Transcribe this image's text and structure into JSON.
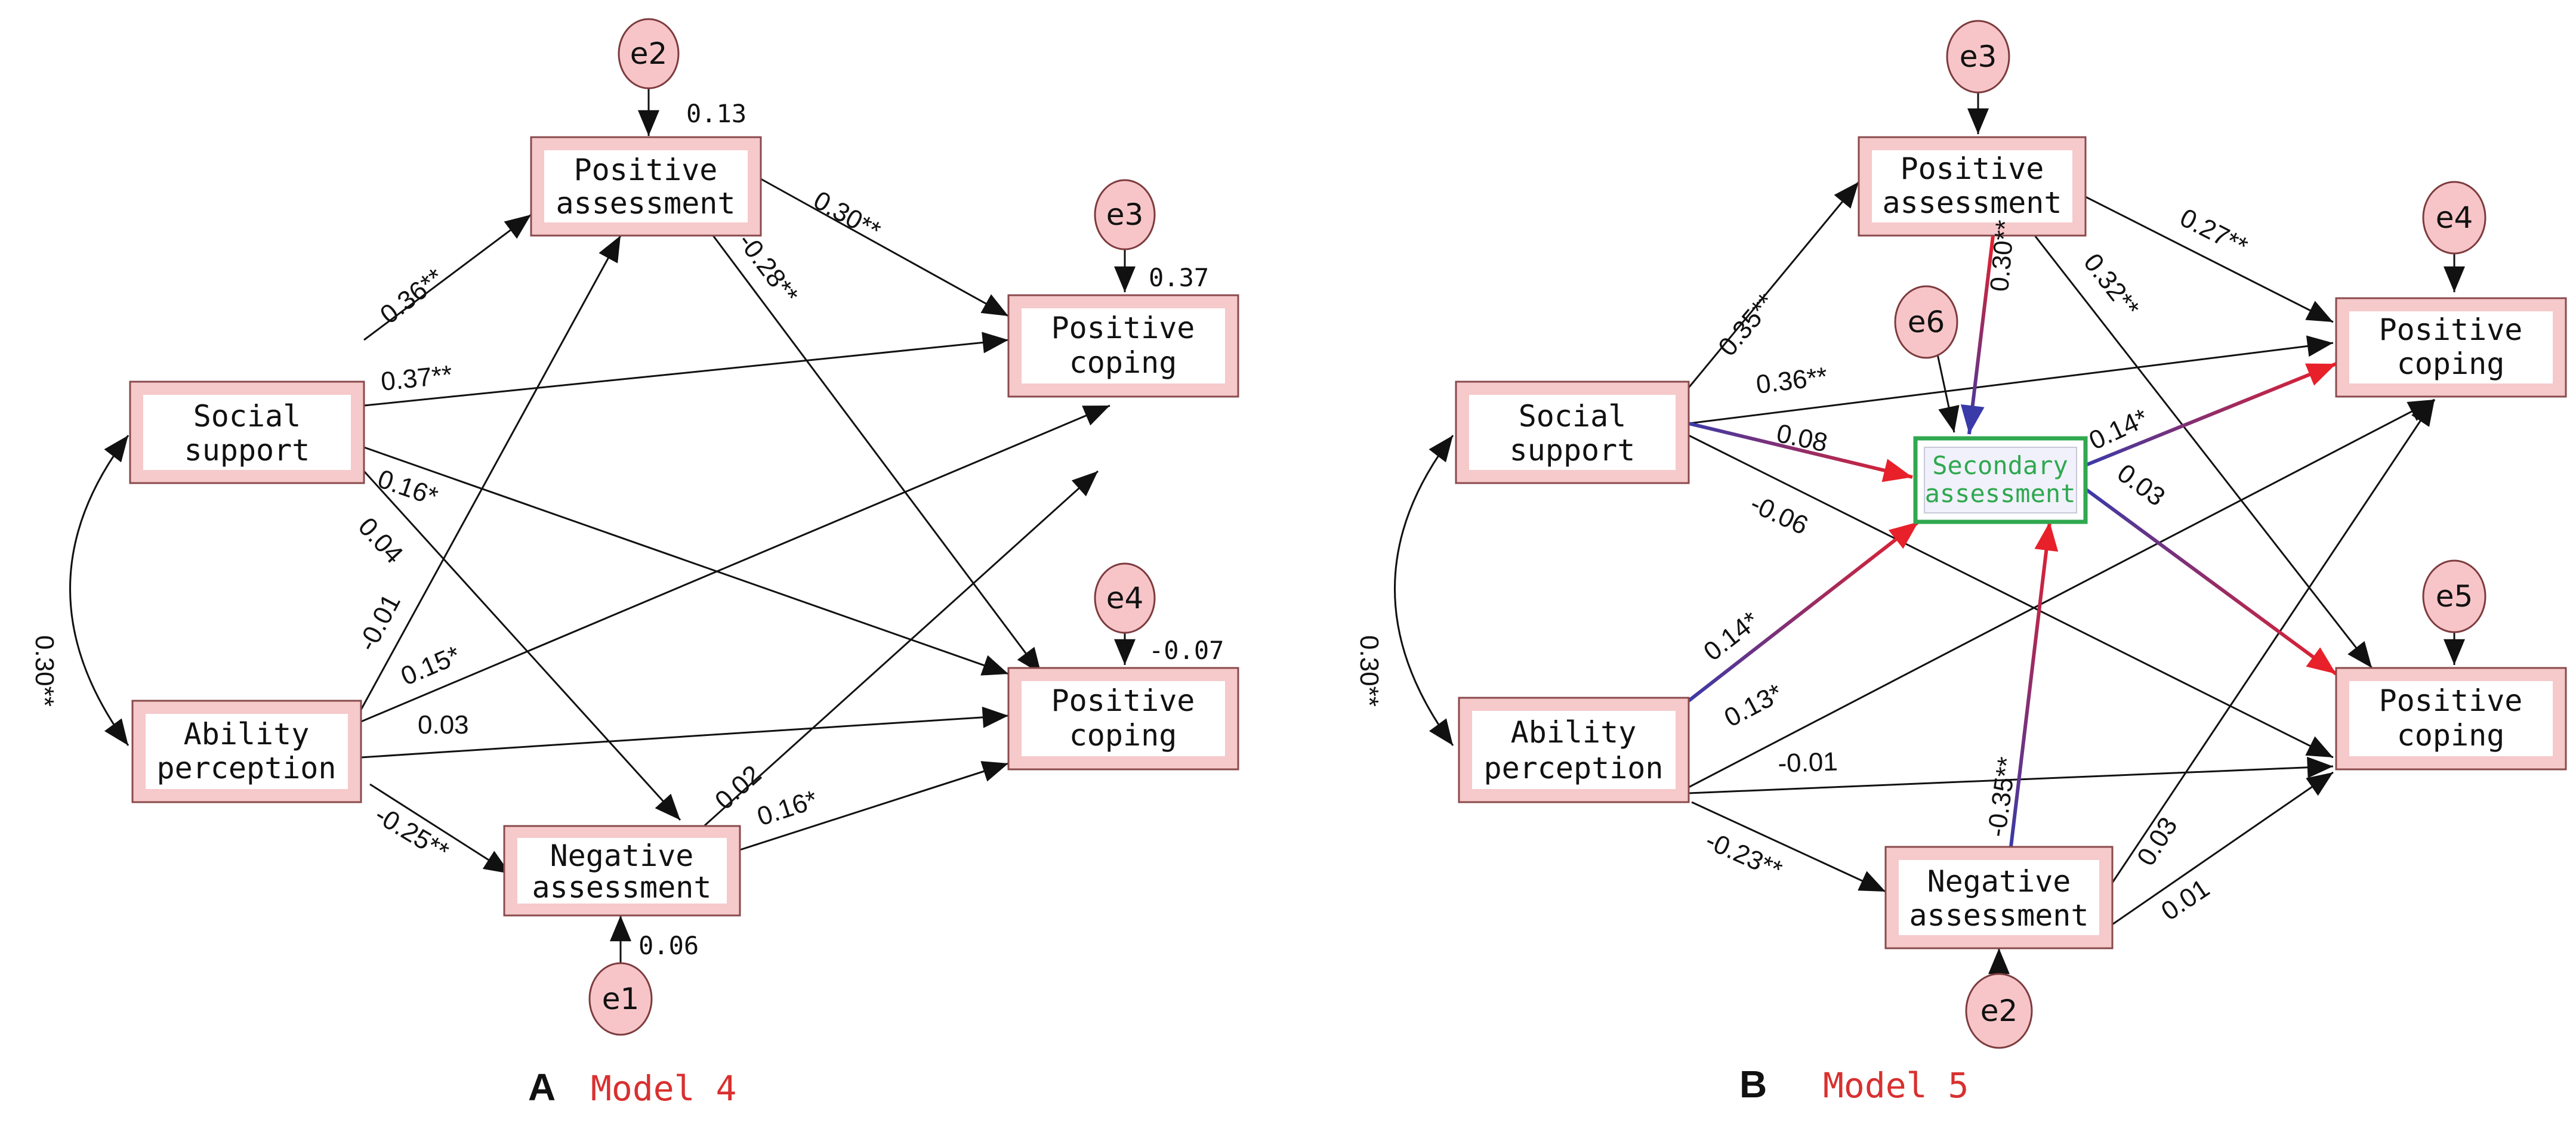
{
  "panel_a": {
    "letter": "A",
    "model": "Model 4",
    "nodes": {
      "positive_assessment": [
        "Positive",
        "assessment"
      ],
      "positive_coping_top": [
        "Positive",
        "coping"
      ],
      "social_support": [
        "Social",
        "support"
      ],
      "ability_perception": [
        "Ability",
        "perception"
      ],
      "positive_coping_bottom": [
        "Positive",
        "coping"
      ],
      "negative_assessment": [
        "Negative",
        "assessment"
      ]
    },
    "errors": {
      "e1": "e1",
      "e2": "e2",
      "e3": "e3",
      "e4": "e4"
    },
    "r2": {
      "e2": "0.13",
      "e3": "0.37",
      "e4": "-0.07",
      "e1": "0.06"
    },
    "coefficients": {
      "ss_pa": "0.36**",
      "pa_pc1": "0.30**",
      "pa_pc2": "-0.28**",
      "ss_pc1": "0.37**",
      "ss_pc2": "0.16*",
      "ss_na": "0.04",
      "ap_pa": "-0.01",
      "ap_pc1": "0.15*",
      "ap_pc2": "0.03",
      "ap_na": "-0.25**",
      "na_pc1": "0.02",
      "na_pc2": "0.16*",
      "cov": "0.30**"
    }
  },
  "panel_b": {
    "letter": "B",
    "model": "Model 5",
    "nodes": {
      "positive_assessment": [
        "Positive",
        "assessment"
      ],
      "positive_coping_top": [
        "Positive",
        "coping"
      ],
      "social_support": [
        "Social",
        "support"
      ],
      "secondary_assessment": [
        "Secondary",
        "assessment"
      ],
      "ability_perception": [
        "Ability",
        "perception"
      ],
      "positive_coping_bottom": [
        "Positive",
        "coping"
      ],
      "negative_assessment": [
        "Negative",
        "assessment"
      ]
    },
    "errors": {
      "e3": "e3",
      "e4": "e4",
      "e6": "e6",
      "e5": "e5",
      "e2": "e2"
    },
    "coefficients": {
      "ss_pa": "0.35**",
      "pa_sec": "0.30**",
      "pa_pc1": "0.27**",
      "pa_pc2": "0.32**",
      "ss_pc1": "0.36**",
      "ss_sec": "0.08",
      "ss_pc2": "-0.06",
      "sec_pc1": "0.14*",
      "sec_pc2": "0.03",
      "ap_sec": "0.14*",
      "ap_pc1": "0.13*",
      "ap_pc2": "-0.01",
      "ap_na": "-0.23**",
      "na_sec": "-0.35**",
      "na_pc1": "0.03",
      "na_pc2": "0.01",
      "cov": "0.30**"
    }
  },
  "colors": {
    "red_arrow": "#e8202a",
    "blue_arrow": "#3a3aa8",
    "green_box": "#2fa84f",
    "model_label": "#d8302f"
  }
}
